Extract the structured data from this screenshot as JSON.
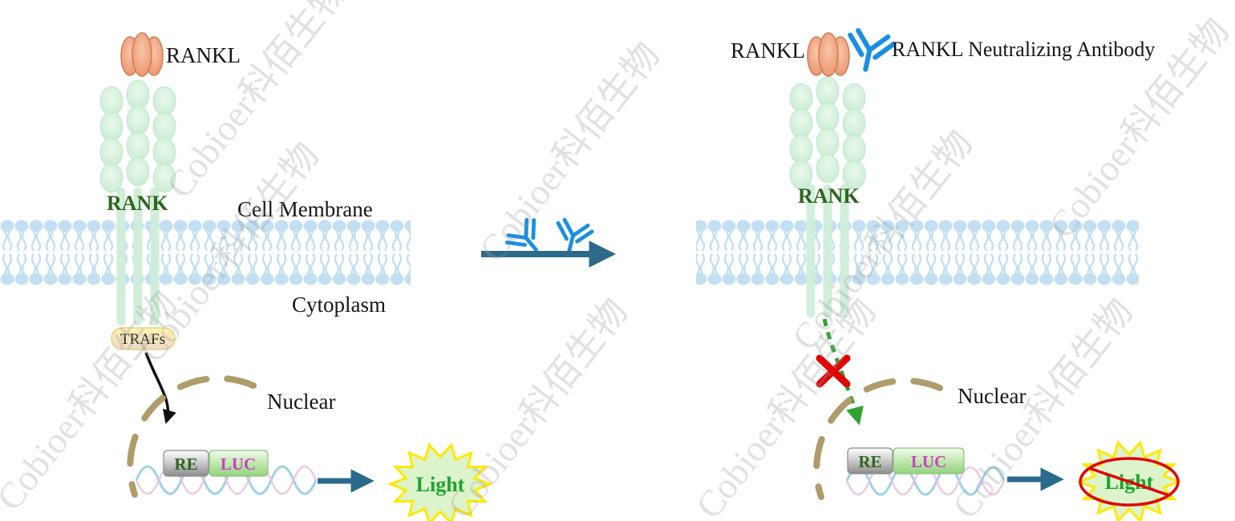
{
  "left_panel": {
    "rankl_label": "RANKL",
    "rank_label": "RANK",
    "cell_membrane_label": "Cell Membrane",
    "cytoplasm_label": "Cytoplasm",
    "trafs_label": "TRAFs",
    "nuclear_label": "Nuclear",
    "re_label": "RE",
    "luc_label": "LUC",
    "light_label": "Light"
  },
  "right_panel": {
    "rankl_label": "RANKL",
    "antibody_label": "RANKL Neutralizing Antibody",
    "rank_label": "RANK",
    "nuclear_label": "Nuclear",
    "re_label": "RE",
    "luc_label": "LUC",
    "light_label": "Light"
  },
  "watermark": {
    "text": "Cobioer科佰生物"
  },
  "colors": {
    "rankl_fill": "#EFA07C",
    "receptor_green": "#CBEDD6",
    "membrane_blue": "#C3DFF2",
    "rank_text_green": "#2F661C",
    "luc_text_magenta": "#C93FC9",
    "light_text_green": "#1CA42C",
    "starburst_outline_yellow": "#FFE900",
    "starburst_fill": "#DCF3CC",
    "nuclear_tan": "#B09C6B",
    "arrow_teal": "#2B6A8B",
    "antibody_blue": "#1B8FE0",
    "blocked_red": "#E00404",
    "trafs_yellow": "#FBF4AC"
  }
}
